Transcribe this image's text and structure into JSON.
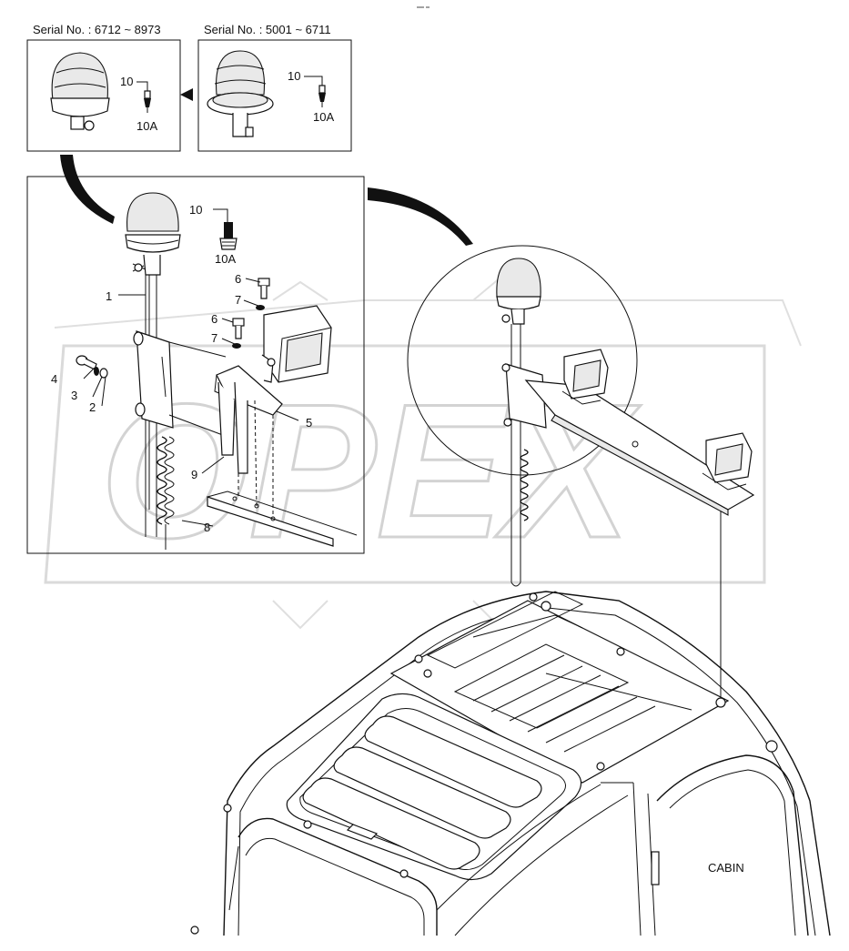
{
  "serial_ranges": [
    {
      "label": "Serial No. : 6712 ~ 8973"
    },
    {
      "label": "Serial No. : 5001 ~ 6711"
    }
  ],
  "watermark": "OPEX",
  "parts": {
    "p1": "1",
    "p2": "2",
    "p3": "3",
    "p4": "4",
    "p5": "5",
    "p6": "6",
    "p7": "7",
    "p8": "8",
    "p9": "9",
    "p10": "10",
    "p10a": "10A"
  },
  "cabin_label": "CABIN"
}
